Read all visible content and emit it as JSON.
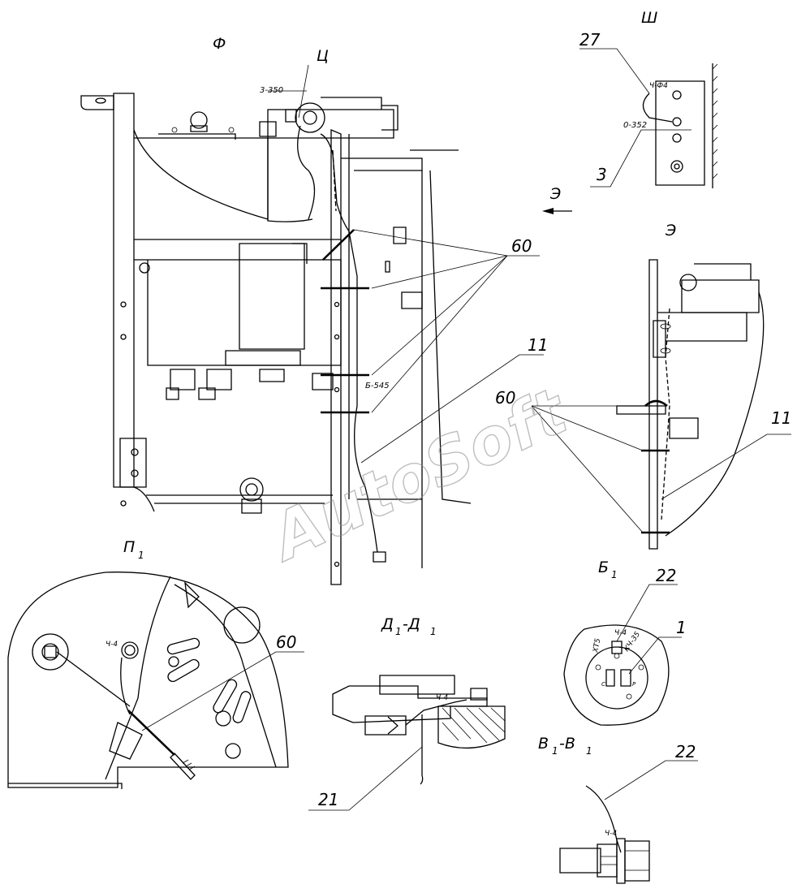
{
  "watermark": "AutoSoft",
  "views": {
    "F": "Ф",
    "Ts": "Ц",
    "Sh": "Ш",
    "E_arrow": "Э",
    "E_view": "Э",
    "P1": "П",
    "P1_sub": "1",
    "B1": "Б",
    "B1_sub": "1",
    "D1": "Д",
    "D1_sub": "1",
    "D1_dash": "-Д",
    "D1_sub2": "1",
    "V1": "В",
    "V1_sub": "1",
    "V1_dash": "-В",
    "V1_sub2": "1"
  },
  "callouts": {
    "c27": "27",
    "c3": "3",
    "c60_main": "60",
    "c11_main": "11",
    "c60_e": "60",
    "c11_e": "11",
    "c60_p": "60",
    "c22_b": "22",
    "c1_b": "1",
    "c21_d": "21",
    "c22_v": "22"
  },
  "wire_marks": {
    "w3_350": "3-350",
    "w4f4": "Ч-Ф4",
    "w0_352": "0-352",
    "wB545": "Б-545",
    "w4_4_p": "Ч-4",
    "w4_4_d": "Ч-4",
    "wXT5": "ХТ5",
    "w4_4_b": "Ч-4",
    "wK4_35": "КЧ-35",
    "w4_4_v": "Ч-4",
    "pin_c": "С",
    "pin_r": "Р"
  }
}
